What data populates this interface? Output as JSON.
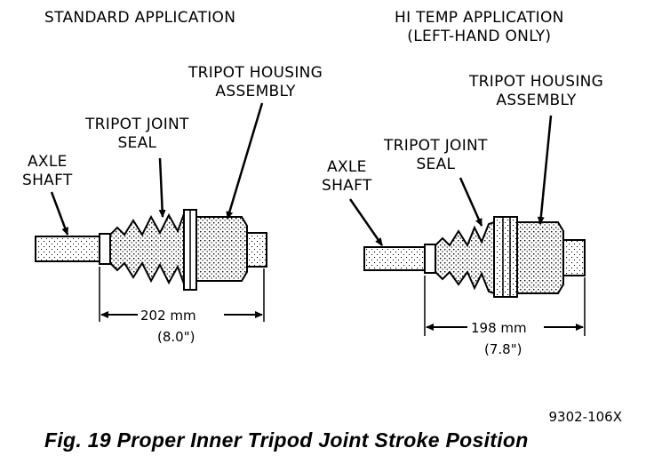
{
  "left": {
    "heading": "STANDARD APPLICATION",
    "housing_label": [
      "TRIPOT HOUSING",
      "ASSEMBLY"
    ],
    "seal_label": [
      "TRIPOT JOINT",
      "SEAL"
    ],
    "shaft_label": [
      "AXLE",
      "SHAFT"
    ],
    "dimension_mm": "202 mm",
    "dimension_in": "(8.0\")"
  },
  "right": {
    "heading": [
      "HI TEMP APPLICATION",
      "(LEFT-HAND ONLY)"
    ],
    "housing_label": [
      "TRIPOT HOUSING",
      "ASSEMBLY"
    ],
    "seal_label": [
      "TRIPOT JOINT",
      "SEAL"
    ],
    "shaft_label": [
      "AXLE",
      "SHAFT"
    ],
    "dimension_mm": "198 mm",
    "dimension_in": "(7.8\")"
  },
  "figure_code": "9302-106X",
  "caption": "Fig. 19 Proper Inner Tripod Joint Stroke Position"
}
